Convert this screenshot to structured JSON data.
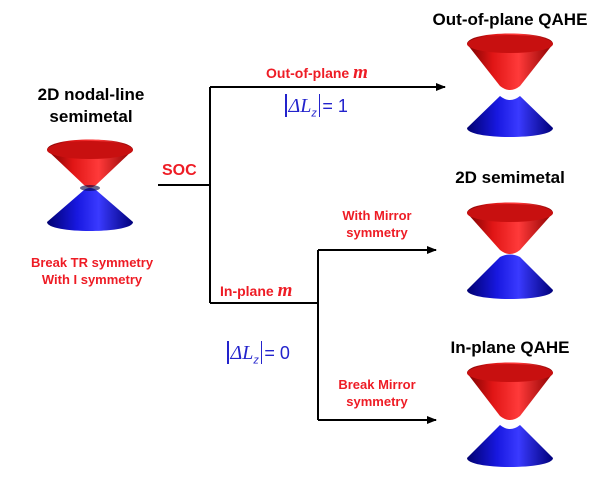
{
  "diagram": {
    "source": {
      "title": "2D nodal-line\nsemimetal",
      "note": "Break TR symmetry\nWith I symmetry"
    },
    "branch_label": "SOC",
    "upper": {
      "label_prefix": "Out-of-plane ",
      "label_var": "m",
      "condition_var": "ΔL",
      "condition_sub": "z",
      "condition_value": "= 1"
    },
    "lower": {
      "label_prefix": "In-plane ",
      "label_var": "m",
      "condition_var": "ΔL",
      "condition_sub": "z",
      "condition_value": "= 0"
    },
    "sub_upper": "With Mirror\nsymmetry",
    "sub_lower": "Break Mirror\nsymmetry",
    "results": {
      "top": "Out-of-plane QAHE",
      "middle": "2D semimetal",
      "bottom": "In-plane QAHE"
    },
    "colors": {
      "upper_band": "#e41d1d",
      "lower_band": "#1a1ad6",
      "red_text": "#ee1c25",
      "blue_text": "#2323cc"
    }
  }
}
